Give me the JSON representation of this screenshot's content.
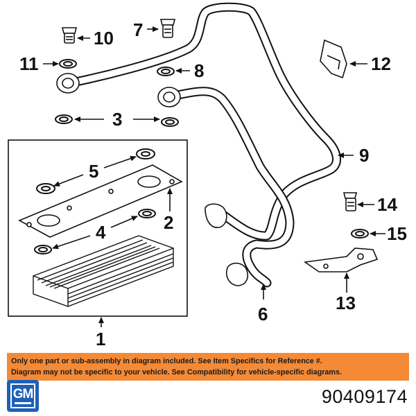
{
  "diagram": {
    "callouts": [
      "1",
      "2",
      "3",
      "4",
      "5",
      "6",
      "7",
      "8",
      "9",
      "10",
      "11",
      "12",
      "13",
      "14",
      "15"
    ],
    "icons": [
      "oil-cooler-assembly",
      "gasket",
      "seal-ring",
      "banjo-bolt",
      "oil-cooler-hose",
      "retaining-clip",
      "bracket"
    ]
  },
  "notice": {
    "line1": "Only one part or sub-assembly in diagram included. See Item Specifics for Reference #.",
    "line2": "Diagram may not be specific to your vehicle. See Compatibility for vehicle-specific diagrams."
  },
  "brand": {
    "logo_text": "GM",
    "logo_color": "#1f5fb8"
  },
  "part_number": "90409174",
  "colors": {
    "notice_background": "#f58a36"
  }
}
